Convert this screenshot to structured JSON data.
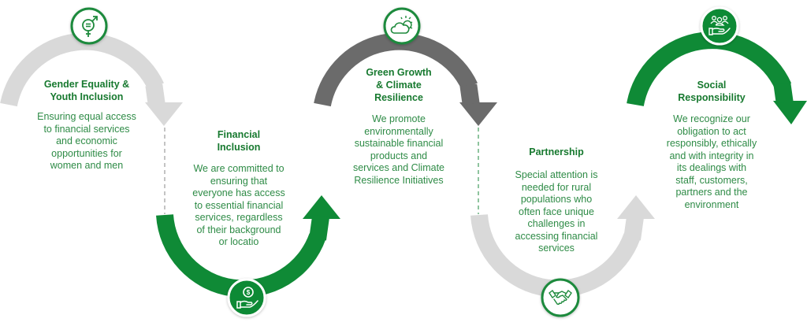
{
  "colors": {
    "green": "#0f8a36",
    "light_gray": "#d9d9d9",
    "dark_gray": "#6b6b6b",
    "text_green": "#17792f",
    "icon_stroke": "#1e8a3c",
    "white": "#ffffff"
  },
  "steps": [
    {
      "title": "Gender Equality & Youth Inclusion",
      "title_lines": [
        "Gender Equality &",
        "Youth Inclusion"
      ],
      "description_lines": [
        "Ensuring equal access",
        "to financial services",
        "and economic",
        "opportunities for",
        "women and men"
      ],
      "icon": "gender-equality-icon",
      "arc_position": "top",
      "arc_color": "light_gray"
    },
    {
      "title": "Financial Inclusion",
      "title_lines": [
        "Financial",
        "Inclusion"
      ],
      "description_lines": [
        "We are committed to",
        "ensuring that",
        "everyone has access",
        "to essential financial",
        "services, regardless",
        "of their background",
        "or locatio"
      ],
      "icon": "hand-coin-icon",
      "arc_position": "bottom",
      "arc_color": "green"
    },
    {
      "title": "Green Growth & Climate Resilience",
      "title_lines": [
        "Green Growth",
        "& Climate",
        "Resilience"
      ],
      "description_lines": [
        "We promote",
        "environmentally",
        "sustainable financial",
        "products and",
        "services and Climate",
        "Resilience Initiatives"
      ],
      "icon": "cloud-sun-icon",
      "arc_position": "top",
      "arc_color": "dark_gray"
    },
    {
      "title": "Partnership",
      "title_lines": [
        "Partnership"
      ],
      "description_lines": [
        "Special attention is",
        "needed for rural",
        "populations who",
        "often face unique",
        "challenges in",
        "accessing financial",
        "services"
      ],
      "icon": "handshake-icon",
      "arc_position": "bottom",
      "arc_color": "light_gray"
    },
    {
      "title": "Social Responsibility",
      "title_lines": [
        "Social",
        "Responsibility"
      ],
      "description_lines": [
        "We recognize our",
        "obligation to act",
        "responsibly, ethically",
        "and with integrity in",
        "its dealings with",
        "staff, customers,",
        "partners and the",
        "environment"
      ],
      "icon": "people-hand-icon",
      "arc_position": "top",
      "arc_color": "green"
    }
  ]
}
